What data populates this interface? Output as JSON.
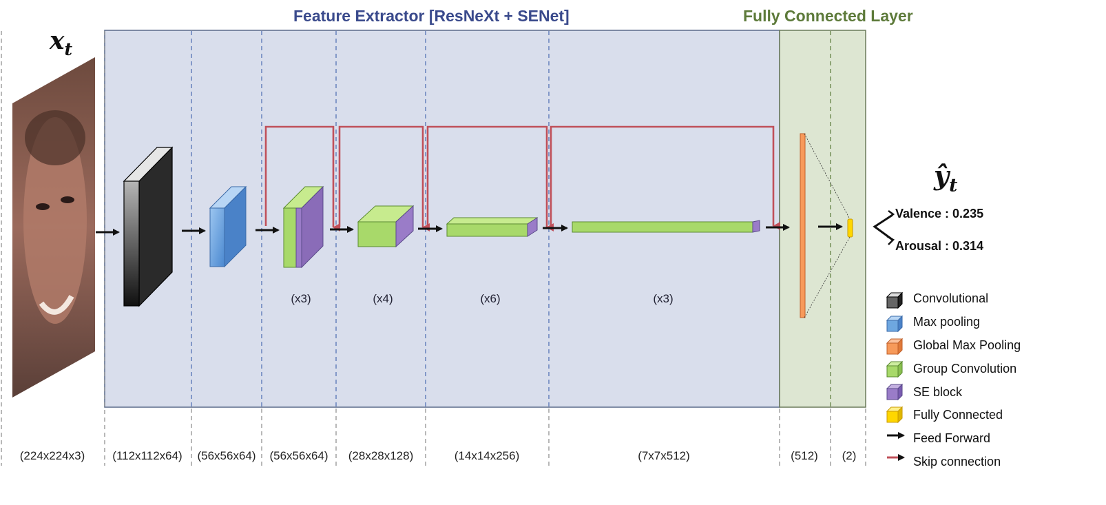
{
  "titles": {
    "feature_extractor": "Feature Extractor [ResNeXt + SENet]",
    "fully_connected": "Fully Connected Layer"
  },
  "colors": {
    "feature_title": "#3a4a8c",
    "fc_title": "#5d7a3a",
    "feature_bg": "#d9deec",
    "fc_bg": "#dde6d2",
    "skip": "#c0505a",
    "feed": "#111111",
    "green": "#a8d96a",
    "purple": "#9a7cc8",
    "blue": "#6ea7e0",
    "orange": "#f79a5a",
    "yellow": "#ffd700",
    "conv": "#444444"
  },
  "input": {
    "symbol": "x",
    "subscript": "t"
  },
  "output": {
    "symbol": "ŷ",
    "subscript": "t",
    "valence": "Valence : 0.235",
    "arousal": "Arousal : 0.314"
  },
  "dimensions": [
    "(224x224x3)",
    "(112x112x64)",
    "(56x56x64)",
    "(56x56x64)",
    "(28x28x128)",
    "(14x14x256)",
    "(7x7x512)",
    "(512)",
    "(2)"
  ],
  "repeats": [
    "(x3)",
    "(x4)",
    "(x6)",
    "(x3)"
  ],
  "legend": [
    {
      "label": "Convolutional",
      "icon": "convolutional-icon",
      "color": "#444444"
    },
    {
      "label": "Max pooling",
      "icon": "max-pooling-icon",
      "color": "#6ea7e0"
    },
    {
      "label": "Global Max Pooling",
      "icon": "global-max-pooling-icon",
      "color": "#f79a5a"
    },
    {
      "label": "Group Convolution",
      "icon": "group-convolution-icon",
      "color": "#a8d96a"
    },
    {
      "label": "SE block",
      "icon": "se-block-icon",
      "color": "#9a7cc8"
    },
    {
      "label": "Fully Connected",
      "icon": "fully-connected-icon",
      "color": "#ffd700"
    },
    {
      "label": "Feed Forward",
      "icon": "feed-forward-arrow-icon",
      "color": "#111111"
    },
    {
      "label": "Skip connection",
      "icon": "skip-connection-arrow-icon",
      "color": "#c0505a"
    }
  ]
}
